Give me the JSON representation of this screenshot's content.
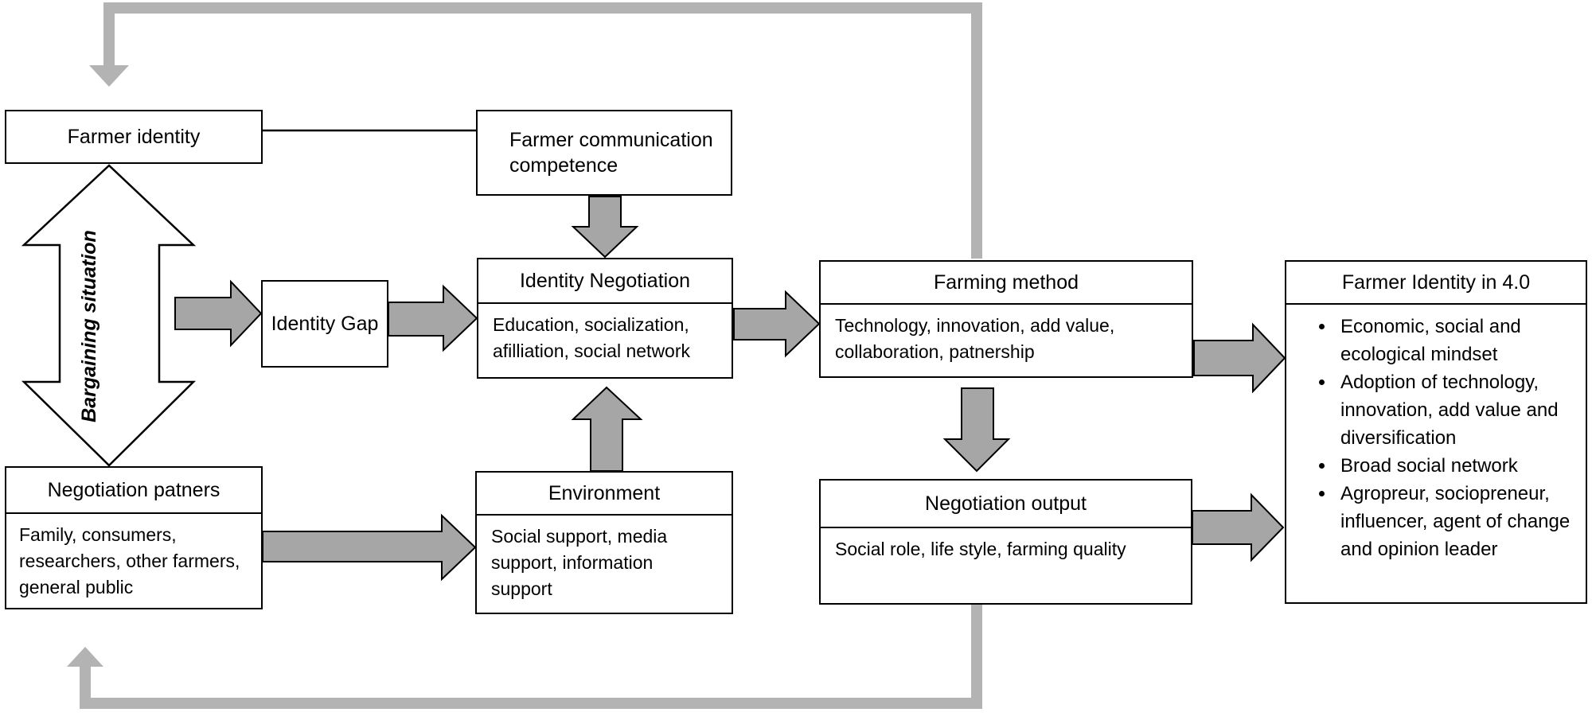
{
  "nodes": {
    "farmer_identity": "Farmer identity",
    "communication": "Farmer communication competence",
    "identity_gap": "Identity Gap",
    "identity_negotiation": {
      "title": "Identity Negotiation",
      "body": "Education, socialization, afilliation, social network"
    },
    "farming_method": {
      "title": "Farming method",
      "body": "Technology, innovation, add value, collaboration, patnership"
    },
    "farmer_identity_40": {
      "title": "Farmer Identity in 4.0",
      "items": [
        "Economic, social and ecological mindset",
        "Adoption of technology, innovation, add value and diversification",
        "Broad social network",
        "Agropreur, sociopreneur, influencer, agent of  change and opinion leader"
      ]
    },
    "negotiation_partners": {
      "title": "Negotiation patners",
      "body": "Family, consumers, researchers, other farmers, general public"
    },
    "environment": {
      "title": "Environment",
      "body": "Social support, media support, information support"
    },
    "negotiation_output": {
      "title": "Negotiation output",
      "body": "Social role, life style, farming quality"
    }
  },
  "labels": {
    "bargaining": "Bargaining situation"
  },
  "colors": {
    "arrow_fill": "#a6a6a6",
    "arrow_stroke": "#000000",
    "feedback_line": "#b3b3b3",
    "box_border": "#000000",
    "background": "#ffffff"
  }
}
